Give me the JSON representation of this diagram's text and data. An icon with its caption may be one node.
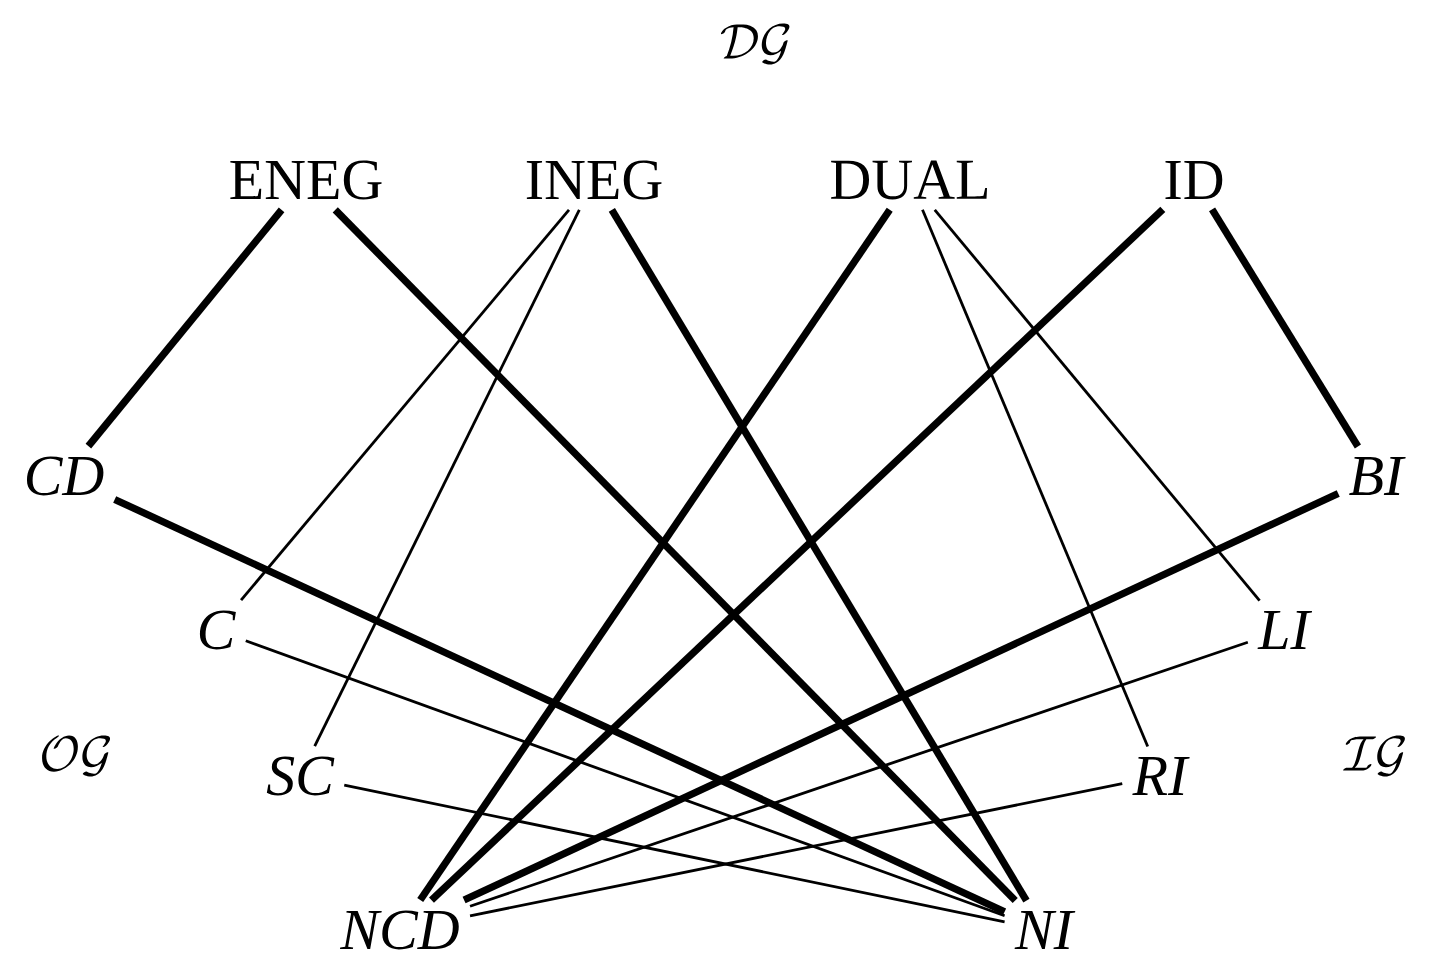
{
  "diagram": {
    "nodes": [
      {
        "text": [
          "ENEG"
        ]
      },
      {
        "text": [
          "INEG"
        ]
      },
      {
        "text": [
          "DUAL"
        ]
      },
      {
        "text": [
          "ID"
        ]
      },
      {
        "text": [
          "CD"
        ]
      },
      {
        "text": [
          "C"
        ]
      },
      {
        "text": [
          "SC"
        ]
      },
      {
        "text": [
          "NCD"
        ]
      },
      {
        "text": [
          "BI"
        ]
      },
      {
        "text": [
          "LI"
        ]
      },
      {
        "text": [
          "RI"
        ]
      },
      {
        "text": [
          "NI"
        ]
      }
    ],
    "edges": [
      {
        "from": 0,
        "to": 4,
        "arrow": "none",
        "style": "thick"
      },
      {
        "from": 0,
        "to": 11,
        "arrow": "none",
        "style": "thick"
      },
      {
        "from": 1,
        "to": 5,
        "arrow": "none"
      },
      {
        "from": 1,
        "to": 6,
        "arrow": "none"
      },
      {
        "from": 1,
        "to": 11,
        "arrow": "none",
        "style": "thick"
      },
      {
        "from": 2,
        "to": 7,
        "arrow": "none",
        "style": "thick"
      },
      {
        "from": 2,
        "to": 10,
        "arrow": "none"
      },
      {
        "from": 2,
        "to": 9,
        "arrow": "none"
      },
      {
        "from": 3,
        "to": 7,
        "arrow": "none",
        "style": "thick"
      },
      {
        "from": 3,
        "to": 8,
        "arrow": "none",
        "style": "thick"
      },
      {
        "from": 4,
        "to": 11,
        "arrow": "none",
        "style": "thick"
      },
      {
        "from": 5,
        "to": 11,
        "arrow": "none"
      },
      {
        "from": 6,
        "to": 11,
        "arrow": "none"
      },
      {
        "from": 8,
        "to": 7,
        "arrow": "none",
        "style": "thick"
      },
      {
        "from": 9,
        "to": 7,
        "arrow": "none"
      },
      {
        "from": 10,
        "to": 7,
        "arrow": "none"
      }
    ],
    "labels": [
      "\\mathcal{DG}",
      "\\mathcal{OG}",
      "\\mathcal{IG}"
    ]
  }
}
